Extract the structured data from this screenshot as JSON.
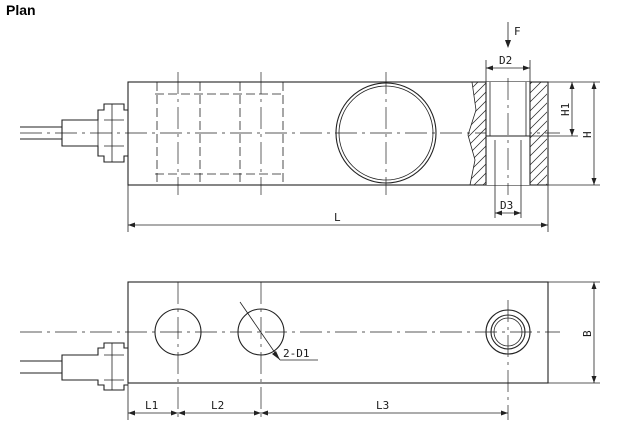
{
  "title": "Plan",
  "labels": {
    "F": "F",
    "D2": "D2",
    "D3": "D3",
    "H1": "H1",
    "H": "H",
    "L": "L",
    "B": "B",
    "D1": "2-D1",
    "L1": "L1",
    "L2": "L2",
    "L3": "L3"
  },
  "colors": {
    "line": "#222222",
    "background": "#ffffff"
  }
}
